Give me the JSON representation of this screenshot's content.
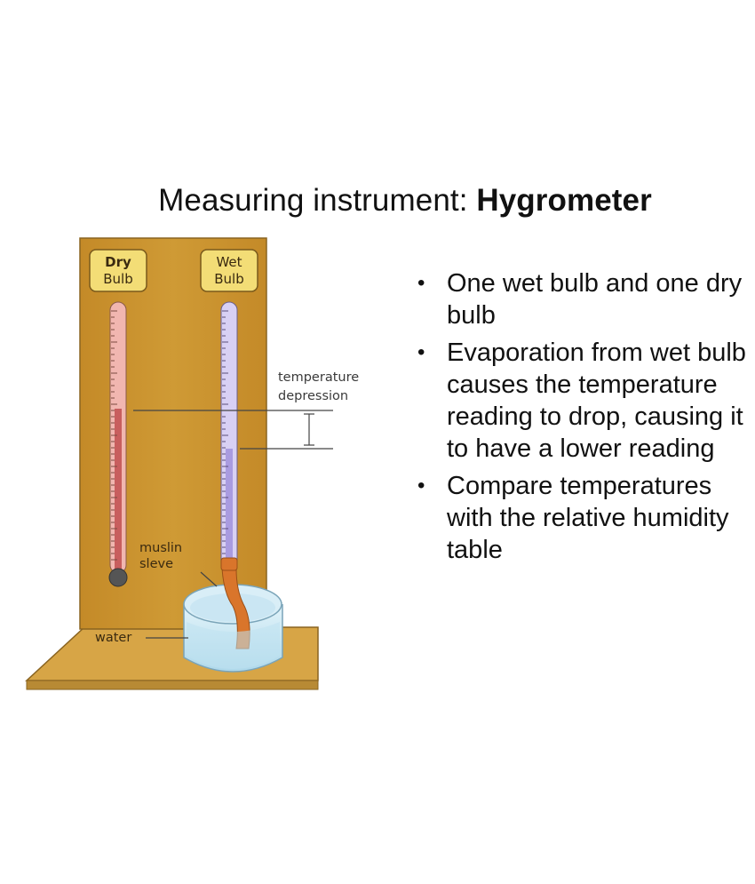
{
  "title": {
    "prefix": "Measuring instrument: ",
    "emphasis": "Hygrometer"
  },
  "diagram": {
    "dry_bulb_line1": "Dry",
    "dry_bulb_line2": "Bulb",
    "wet_bulb_line1": "Wet",
    "wet_bulb_line2": "Bulb",
    "temp_depression_line1": "temperature",
    "temp_depression_line2": "depression",
    "muslin_line1": "muslin",
    "muslin_line2": "sleve",
    "water": "water"
  },
  "bullets": [
    "One wet bulb and one dry bulb",
    "Evaporation from wet bulb causes the temperature reading to drop, causing it to have a lower reading",
    "Compare temperatures with the relative humidity table"
  ],
  "colors": {
    "board": "#c8922e",
    "base": "#d7a546",
    "label_box": "#f3dd76",
    "dry_liquid": "#d06a6a",
    "wet_liquid": "#b7a9e6",
    "muslin": "#d9752b",
    "water": "#c8e6f2"
  }
}
